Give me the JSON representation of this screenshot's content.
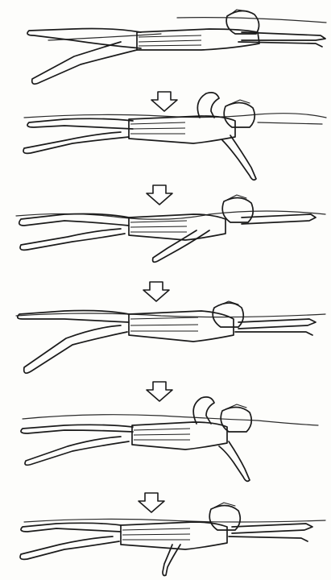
{
  "figure": {
    "subject": "swimmer-stroke-sequence",
    "frame_count": 6,
    "arrow_count": 5,
    "colors": {
      "ink": "#1b1b1b",
      "paper": "#fdfdfb",
      "arrow_fill": "#ffffff"
    },
    "frames": [
      {
        "pose": "arms-extended-glide"
      },
      {
        "pose": "left-arm-recovery-right-arm-pull"
      },
      {
        "pose": "arms-extended-right-arm-down"
      },
      {
        "pose": "arms-extended-glide-head-turn"
      },
      {
        "pose": "right-arm-recovery-left-arm-pull"
      },
      {
        "pose": "arms-extended-glide"
      }
    ]
  }
}
